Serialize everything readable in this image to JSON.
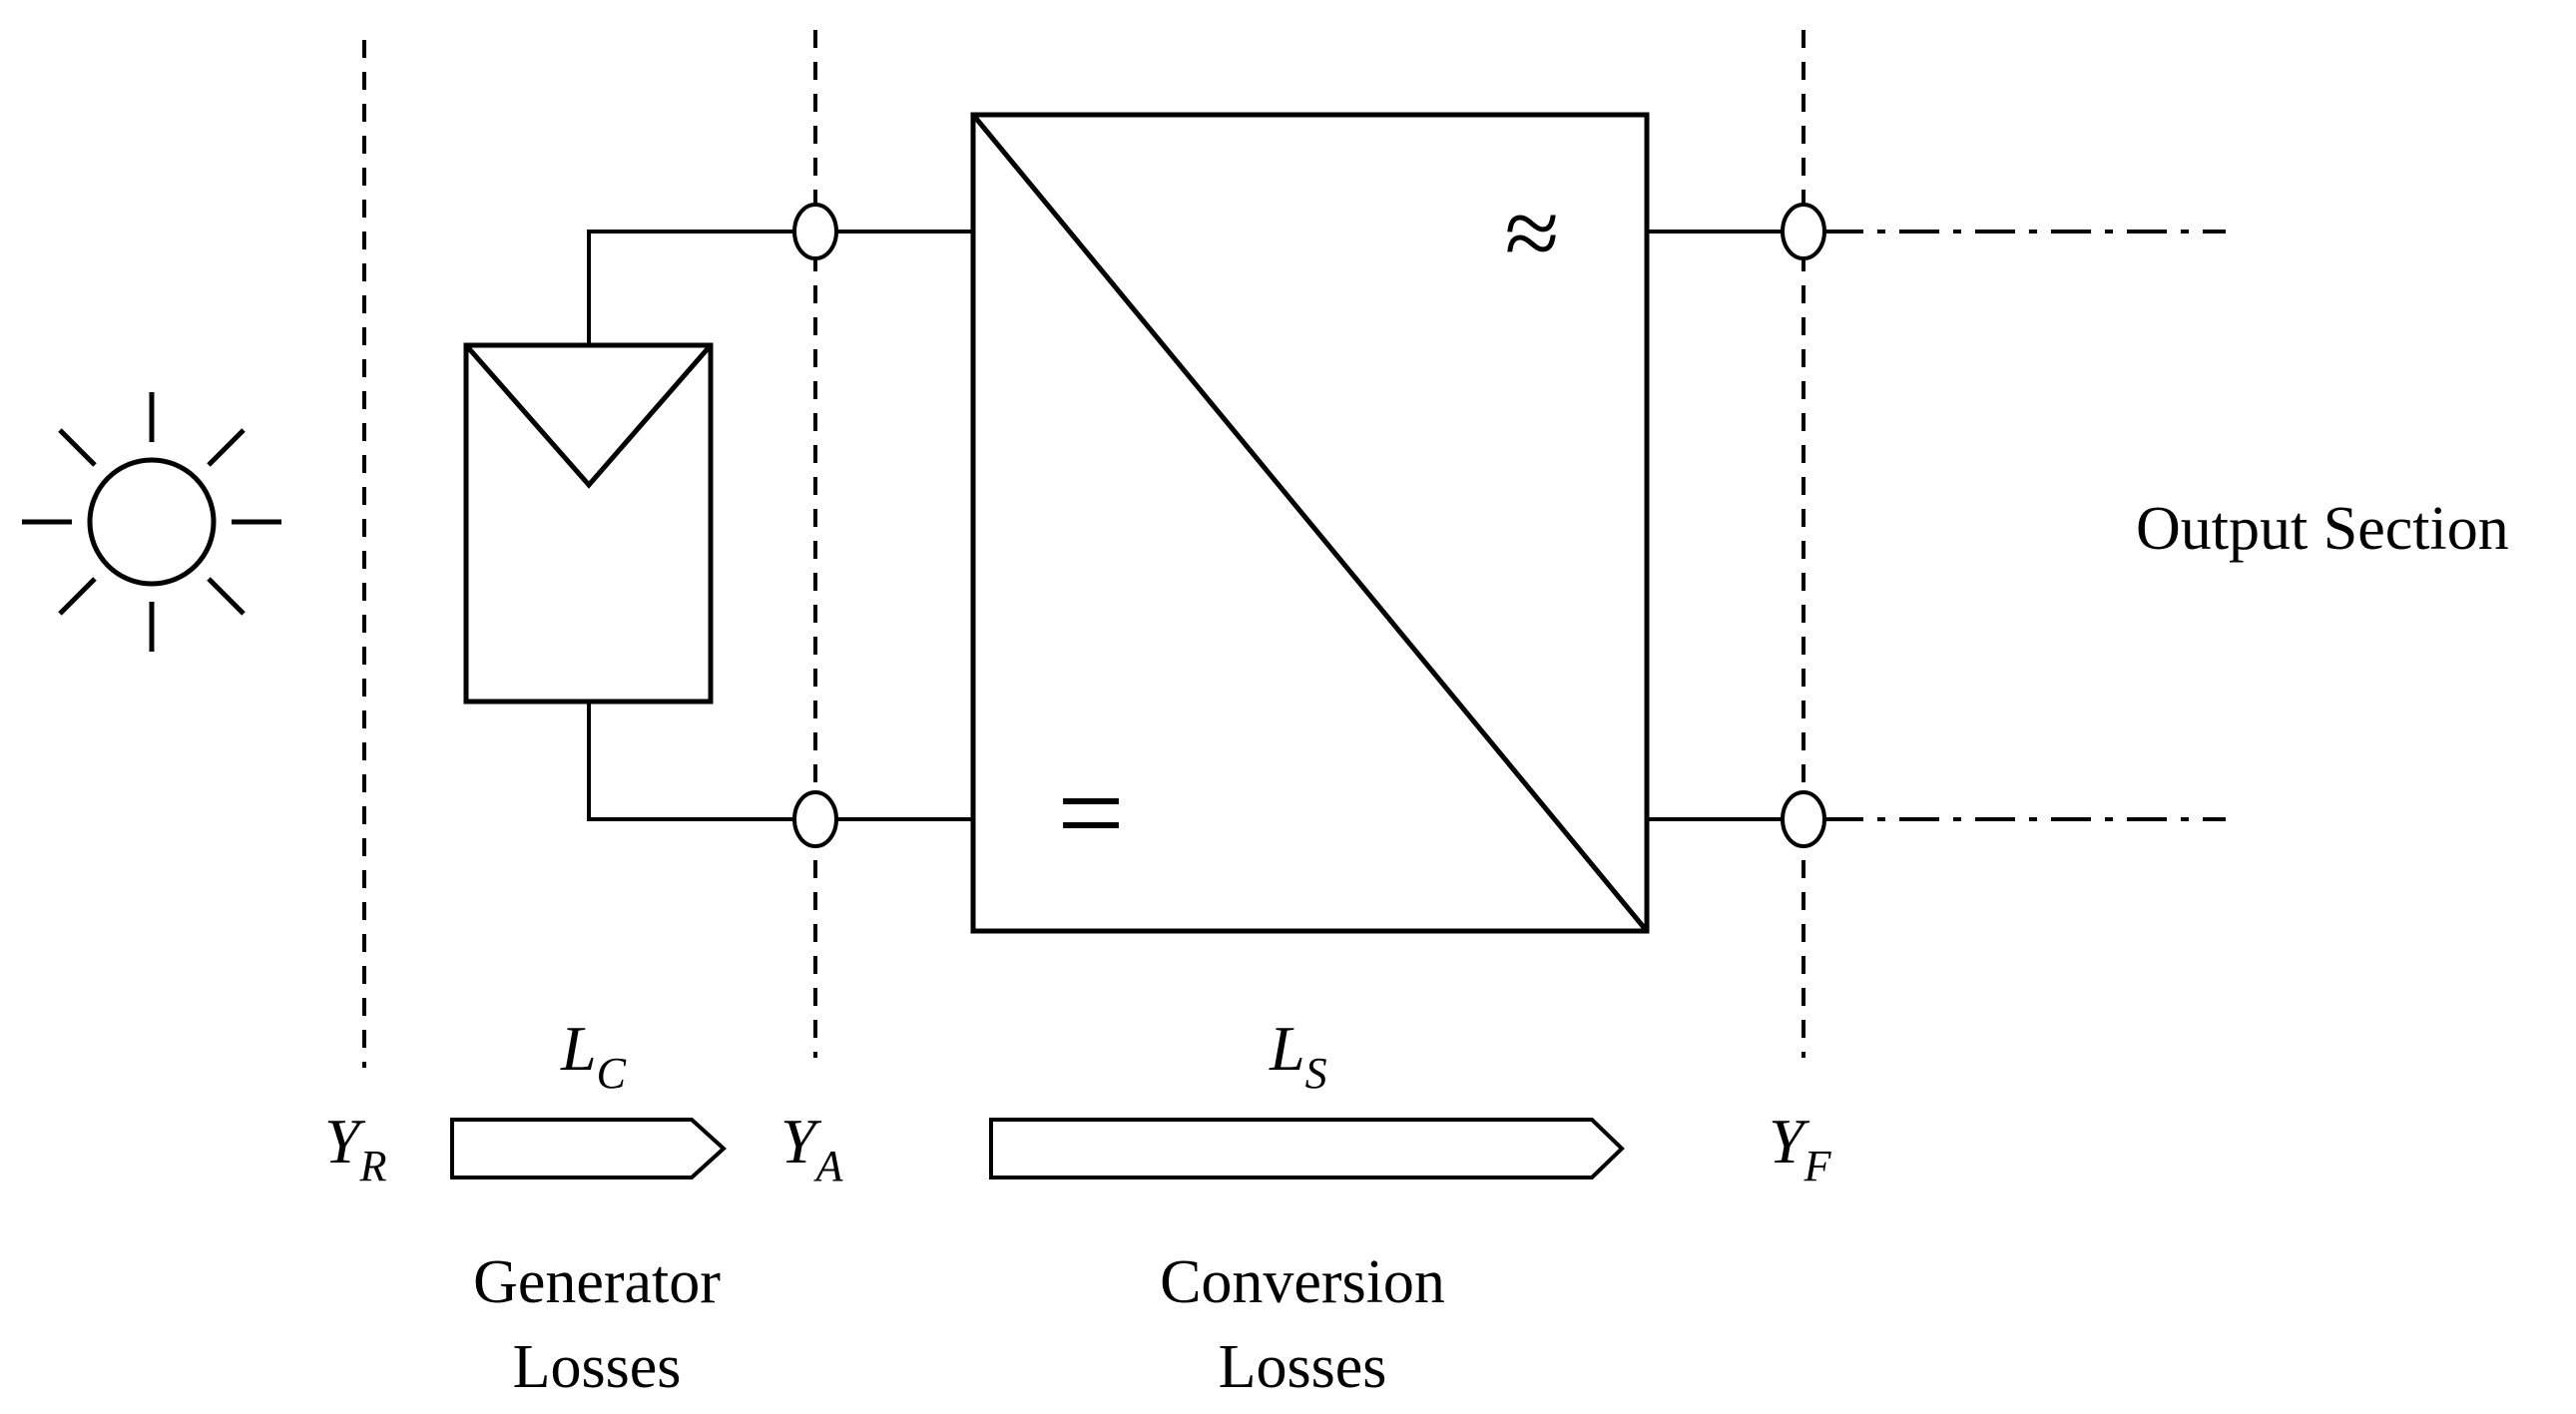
{
  "symbols": {
    "sun": "sun-icon",
    "pv_module": "pv-module-icon",
    "dc_symbol": "=",
    "ac_symbol": "≈"
  },
  "levels": {
    "reference": {
      "base": "Y",
      "sub": "R"
    },
    "array": {
      "base": "Y",
      "sub": "A"
    },
    "final": {
      "base": "Y",
      "sub": "F"
    }
  },
  "losses": {
    "capture": {
      "base": "L",
      "sub": "C",
      "line1": "Generator",
      "line2": "Losses"
    },
    "system": {
      "base": "L",
      "sub": "S",
      "line1": "Conversion",
      "line2": "Losses"
    }
  },
  "output_label": "Output Section",
  "colors": {
    "stroke": "#000000",
    "background": "#ffffff"
  }
}
